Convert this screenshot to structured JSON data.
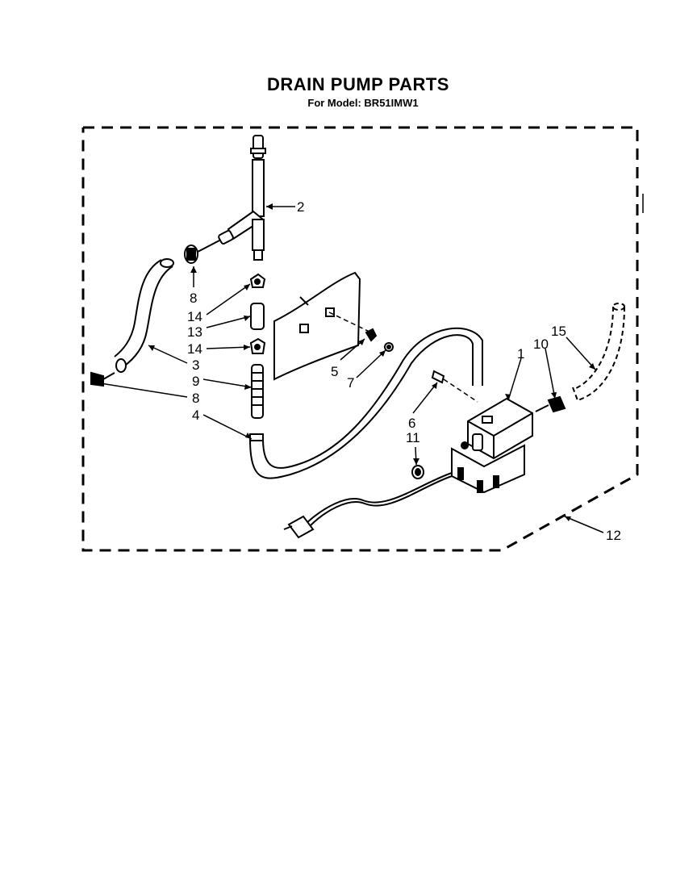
{
  "title": "DRAIN PUMP PARTS",
  "subtitle": "For Model: BR51IMW1",
  "callouts": [
    {
      "id": "2",
      "text": "2"
    },
    {
      "id": "8a",
      "text": "8"
    },
    {
      "id": "14a",
      "text": "14"
    },
    {
      "id": "13",
      "text": "13"
    },
    {
      "id": "14b",
      "text": "14"
    },
    {
      "id": "3",
      "text": "3"
    },
    {
      "id": "9",
      "text": "9"
    },
    {
      "id": "8b",
      "text": "8"
    },
    {
      "id": "4",
      "text": "4"
    },
    {
      "id": "5",
      "text": "5"
    },
    {
      "id": "7",
      "text": "7"
    },
    {
      "id": "1",
      "text": "1"
    },
    {
      "id": "10",
      "text": "10"
    },
    {
      "id": "15",
      "text": "15"
    },
    {
      "id": "6",
      "text": "6"
    },
    {
      "id": "11",
      "text": "11"
    },
    {
      "id": "12",
      "text": "12"
    }
  ]
}
